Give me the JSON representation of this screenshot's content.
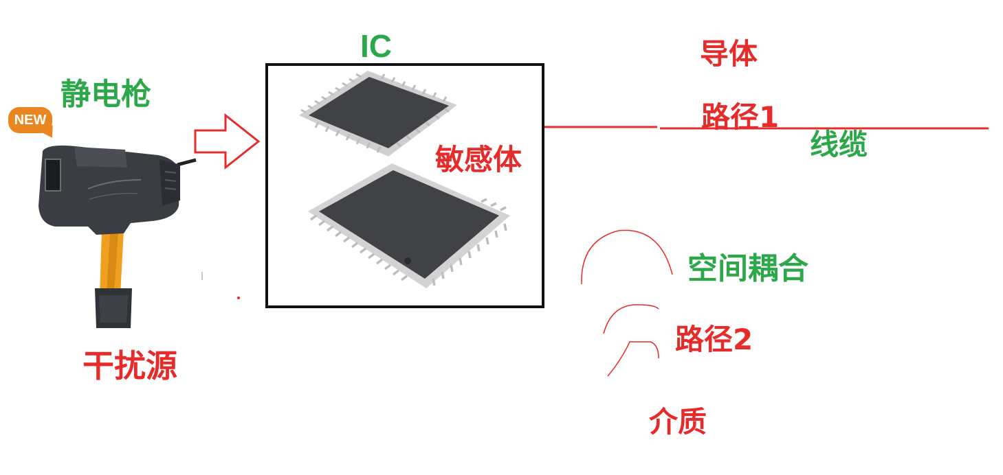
{
  "labels": {
    "interference_gun": "静电枪",
    "interference_source": "干扰源",
    "ic": "IC",
    "sensitive_body": "敏感体",
    "conductor": "导体",
    "path1": "路径1",
    "cable": "线缆",
    "space_coupling": "空间耦合",
    "path2": "路径2",
    "medium": "介质"
  },
  "badge": {
    "text": "NEW"
  },
  "colors": {
    "green_label": "#2ca84a",
    "red_label": "#e62b2b",
    "arrow": "#e62b2b",
    "frame": "#111111",
    "badge": "#e9861f",
    "gun_body": "#3a3d42",
    "gun_handle": "#f0a020",
    "chip": "#404245",
    "pins": "#c8c8c8"
  },
  "icons": {
    "esd_gun": "esd-gun-icon",
    "ic_chip": "qfp-chip-icon",
    "arrow": "right-arrow-icon"
  }
}
